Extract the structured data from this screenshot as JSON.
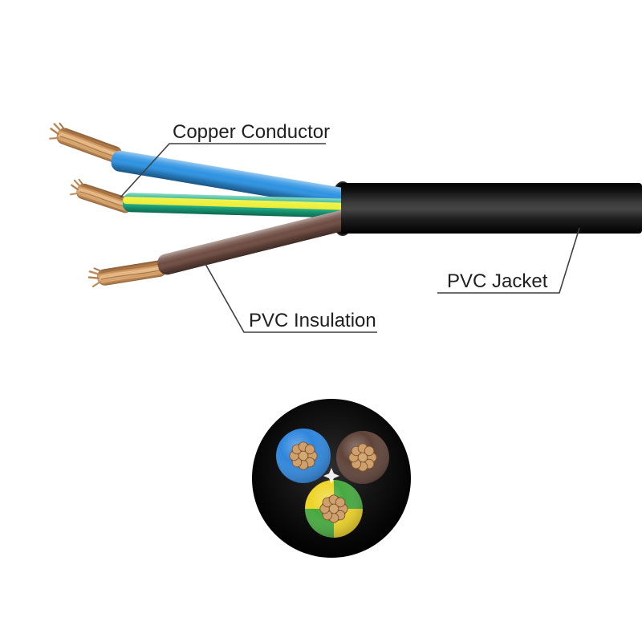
{
  "figure": {
    "type": "labeled-cable-construction-diagram",
    "subject": "3-core flexible power cable with stripped end and cross-section view",
    "background": "#ffffff"
  },
  "labels": {
    "copper_conductor": "Copper Conductor",
    "pvc_insulation": "PVC Insulation",
    "pvc_jacket": "PVC Jacket"
  },
  "colors": {
    "text": "#1f1f1f",
    "leader_line": "#3f3f3f",
    "wire_blue": "#2e93e2",
    "earth_green": "#1bb389",
    "earth_yellow": "#eff03a",
    "wire_brown": "#6e4c42",
    "jacket": "#121212",
    "copper": "#c9996b",
    "cross_blue": "#2f86dd",
    "cross_brown": "#5f4339",
    "cross_green": "#46a93f",
    "cross_yellow": "#eed426",
    "sparkle": "#ffffff"
  },
  "cross_section": {
    "core_count": 3,
    "cores": [
      {
        "position": "upper-left",
        "insulation_color": "blue"
      },
      {
        "position": "upper-right",
        "insulation_color": "brown"
      },
      {
        "position": "bottom-center",
        "insulation_color": "green-yellow"
      }
    ],
    "visible_strand_circles_per_core": 9
  }
}
